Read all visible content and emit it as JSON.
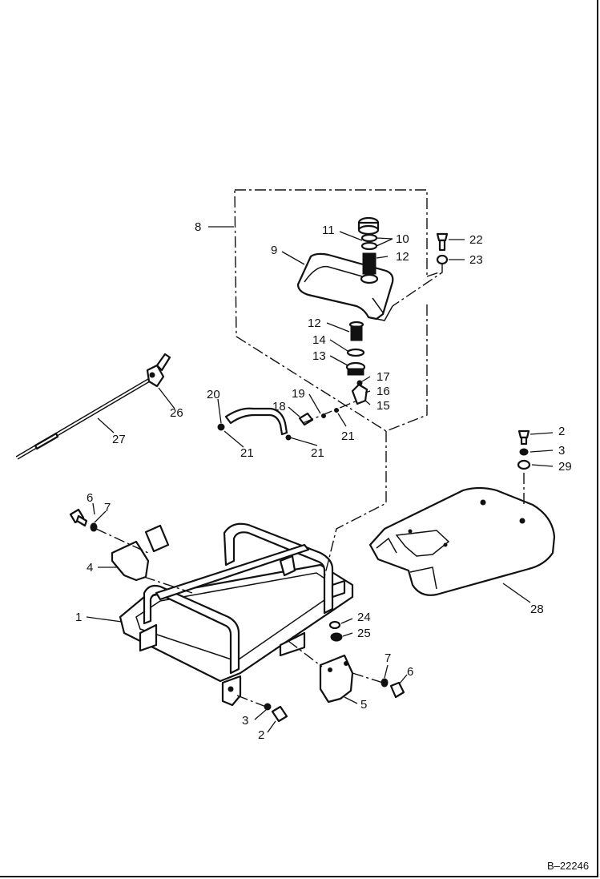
{
  "drawing": {
    "id": "B–22246",
    "colors": {
      "ink": "#111111",
      "paper": "#ffffff"
    }
  },
  "callouts": [
    {
      "key": "c1",
      "text": "1"
    },
    {
      "key": "c2a",
      "text": "2"
    },
    {
      "key": "c2b",
      "text": "2"
    },
    {
      "key": "c3a",
      "text": "3"
    },
    {
      "key": "c3b",
      "text": "3"
    },
    {
      "key": "c4",
      "text": "4"
    },
    {
      "key": "c5",
      "text": "5"
    },
    {
      "key": "c6a",
      "text": "6"
    },
    {
      "key": "c6b",
      "text": "6"
    },
    {
      "key": "c7a",
      "text": "7"
    },
    {
      "key": "c7b",
      "text": "7"
    },
    {
      "key": "c8",
      "text": "8"
    },
    {
      "key": "c9",
      "text": "9"
    },
    {
      "key": "c10",
      "text": "10"
    },
    {
      "key": "c11",
      "text": "11"
    },
    {
      "key": "c12a",
      "text": "12"
    },
    {
      "key": "c12b",
      "text": "12"
    },
    {
      "key": "c13",
      "text": "13"
    },
    {
      "key": "c14",
      "text": "14"
    },
    {
      "key": "c15",
      "text": "15"
    },
    {
      "key": "c16",
      "text": "16"
    },
    {
      "key": "c17",
      "text": "17"
    },
    {
      "key": "c18",
      "text": "18"
    },
    {
      "key": "c19",
      "text": "19"
    },
    {
      "key": "c20",
      "text": "20"
    },
    {
      "key": "c21a",
      "text": "21"
    },
    {
      "key": "c21b",
      "text": "21"
    },
    {
      "key": "c21c",
      "text": "21"
    },
    {
      "key": "c22",
      "text": "22"
    },
    {
      "key": "c23",
      "text": "23"
    },
    {
      "key": "c24",
      "text": "24"
    },
    {
      "key": "c25",
      "text": "25"
    },
    {
      "key": "c26",
      "text": "26"
    },
    {
      "key": "c27",
      "text": "27"
    },
    {
      "key": "c28",
      "text": "28"
    },
    {
      "key": "c29",
      "text": "29"
    }
  ]
}
